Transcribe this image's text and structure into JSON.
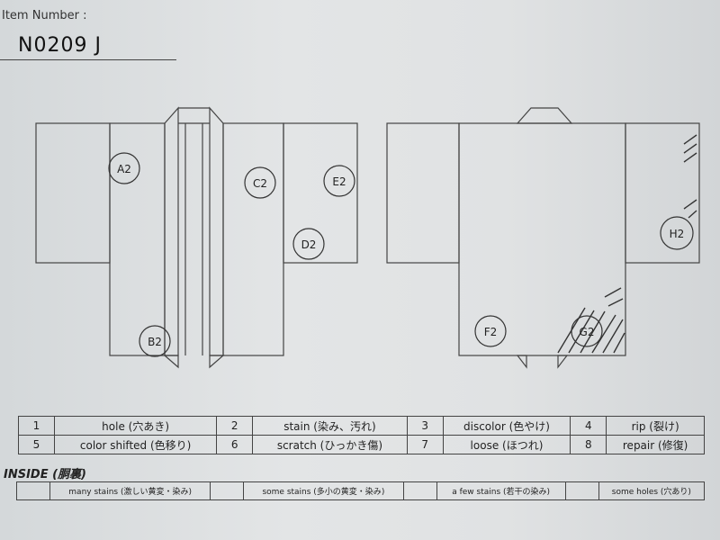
{
  "header": {
    "item_number_label": "Item Number :",
    "item_number_value": "N0209   J"
  },
  "markings": {
    "front": [
      "A2",
      "B2",
      "C2",
      "D2",
      "E2"
    ],
    "back": [
      "F2",
      "G2",
      "H2"
    ]
  },
  "codes": [
    [
      {
        "num": "1",
        "label": "hole (穴あき)"
      },
      {
        "num": "2",
        "label": "stain (染み、汚れ)"
      },
      {
        "num": "3",
        "label": "discolor (色やけ)"
      },
      {
        "num": "4",
        "label": "rip (裂け)"
      }
    ],
    [
      {
        "num": "5",
        "label": "color shifted (色移り)"
      },
      {
        "num": "6",
        "label": "scratch (ひっかき傷)"
      },
      {
        "num": "7",
        "label": "loose (ほつれ)"
      },
      {
        "num": "8",
        "label": "repair (修復)"
      }
    ]
  ],
  "inside": {
    "title": "INSIDE (胴裏)",
    "options": [
      "many stains (激しい黄変・染み)",
      "some stains (多小の黄変・染み)",
      "a few stains (若干の染み)",
      "some holes (穴あり)"
    ]
  }
}
